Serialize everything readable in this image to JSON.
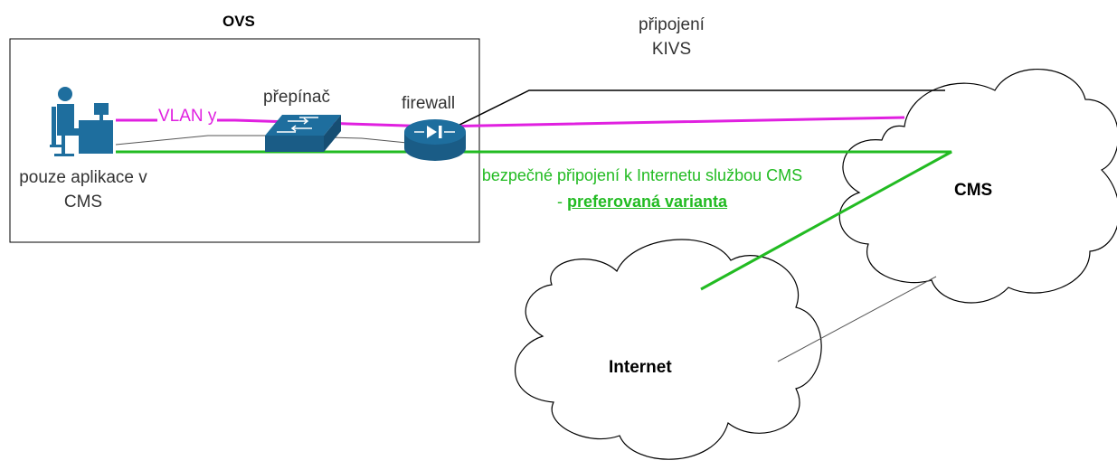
{
  "ovs": {
    "title": "OVS"
  },
  "kivs": {
    "label": "připojení KIVS"
  },
  "switch": {
    "label": "přepínač"
  },
  "firewall": {
    "label": "firewall"
  },
  "vlan": {
    "label": "VLAN y"
  },
  "user": {
    "label": "pouze aplikace v CMS"
  },
  "internet_note": {
    "line1": "bezpečné připojení k Internetu službou CMS",
    "dash": "- ",
    "preferred": "preferovaná varianta"
  },
  "cms": {
    "label": "CMS"
  },
  "internet": {
    "label": "Internet"
  },
  "colors": {
    "vlan_line": "#e020e0",
    "internet_line": "#22bb22",
    "kivs_line": "#000000",
    "device_blue": "#1e6e9e"
  },
  "icons": [
    "user-workstation-icon",
    "network-switch-icon",
    "firewall-icon",
    "cloud-icon"
  ]
}
